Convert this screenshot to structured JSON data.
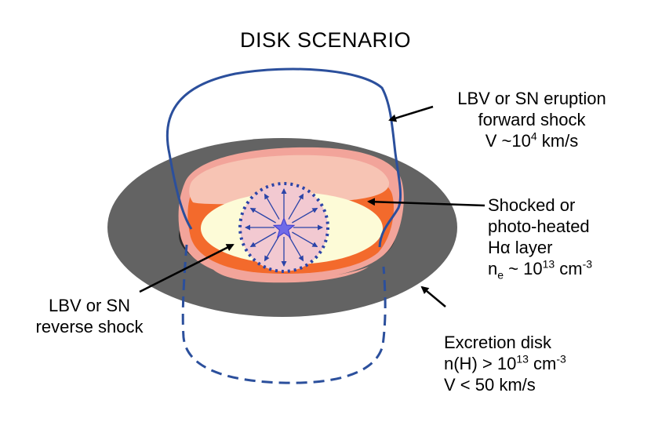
{
  "title": "DISK SCENARIO",
  "labels": {
    "forward_shock": {
      "line1": "LBV or SN eruption",
      "line2": "forward shock",
      "line3_prefix": "V ~10",
      "line3_sup": "4",
      "line3_suffix": " km/s"
    },
    "ha_layer": {
      "line1": "Shocked or",
      "line2": "photo-heated",
      "line3_prefix": "H",
      "line3_alpha": "α",
      "line3_suffix": " layer",
      "line4_n": "n",
      "line4_sub": "e",
      "line4_mid": " ~ 10",
      "line4_sup1": "13",
      "line4_unit": " cm",
      "line4_sup2": "-3"
    },
    "reverse_shock": {
      "line1": "LBV or SN",
      "line2": "reverse shock"
    },
    "excretion_disk": {
      "line1": "Excretion disk",
      "line2_prefix": "n(H)  > 10",
      "line2_sup1": "13",
      "line2_unit": " cm",
      "line2_sup2": "-3",
      "line3": "V < 50 km/s"
    }
  },
  "colors": {
    "disk": "#636363",
    "forward_shock": "#2b4f9c",
    "shock_layer": "#f36a2c",
    "outer_glow": "#f2a49a",
    "inner_glow": "#f7c4b4",
    "interior": "#fdfbd7",
    "bubble": "#f2c9d1",
    "bubble_outline": "#2b44a8",
    "star": "#6f6ae8"
  }
}
